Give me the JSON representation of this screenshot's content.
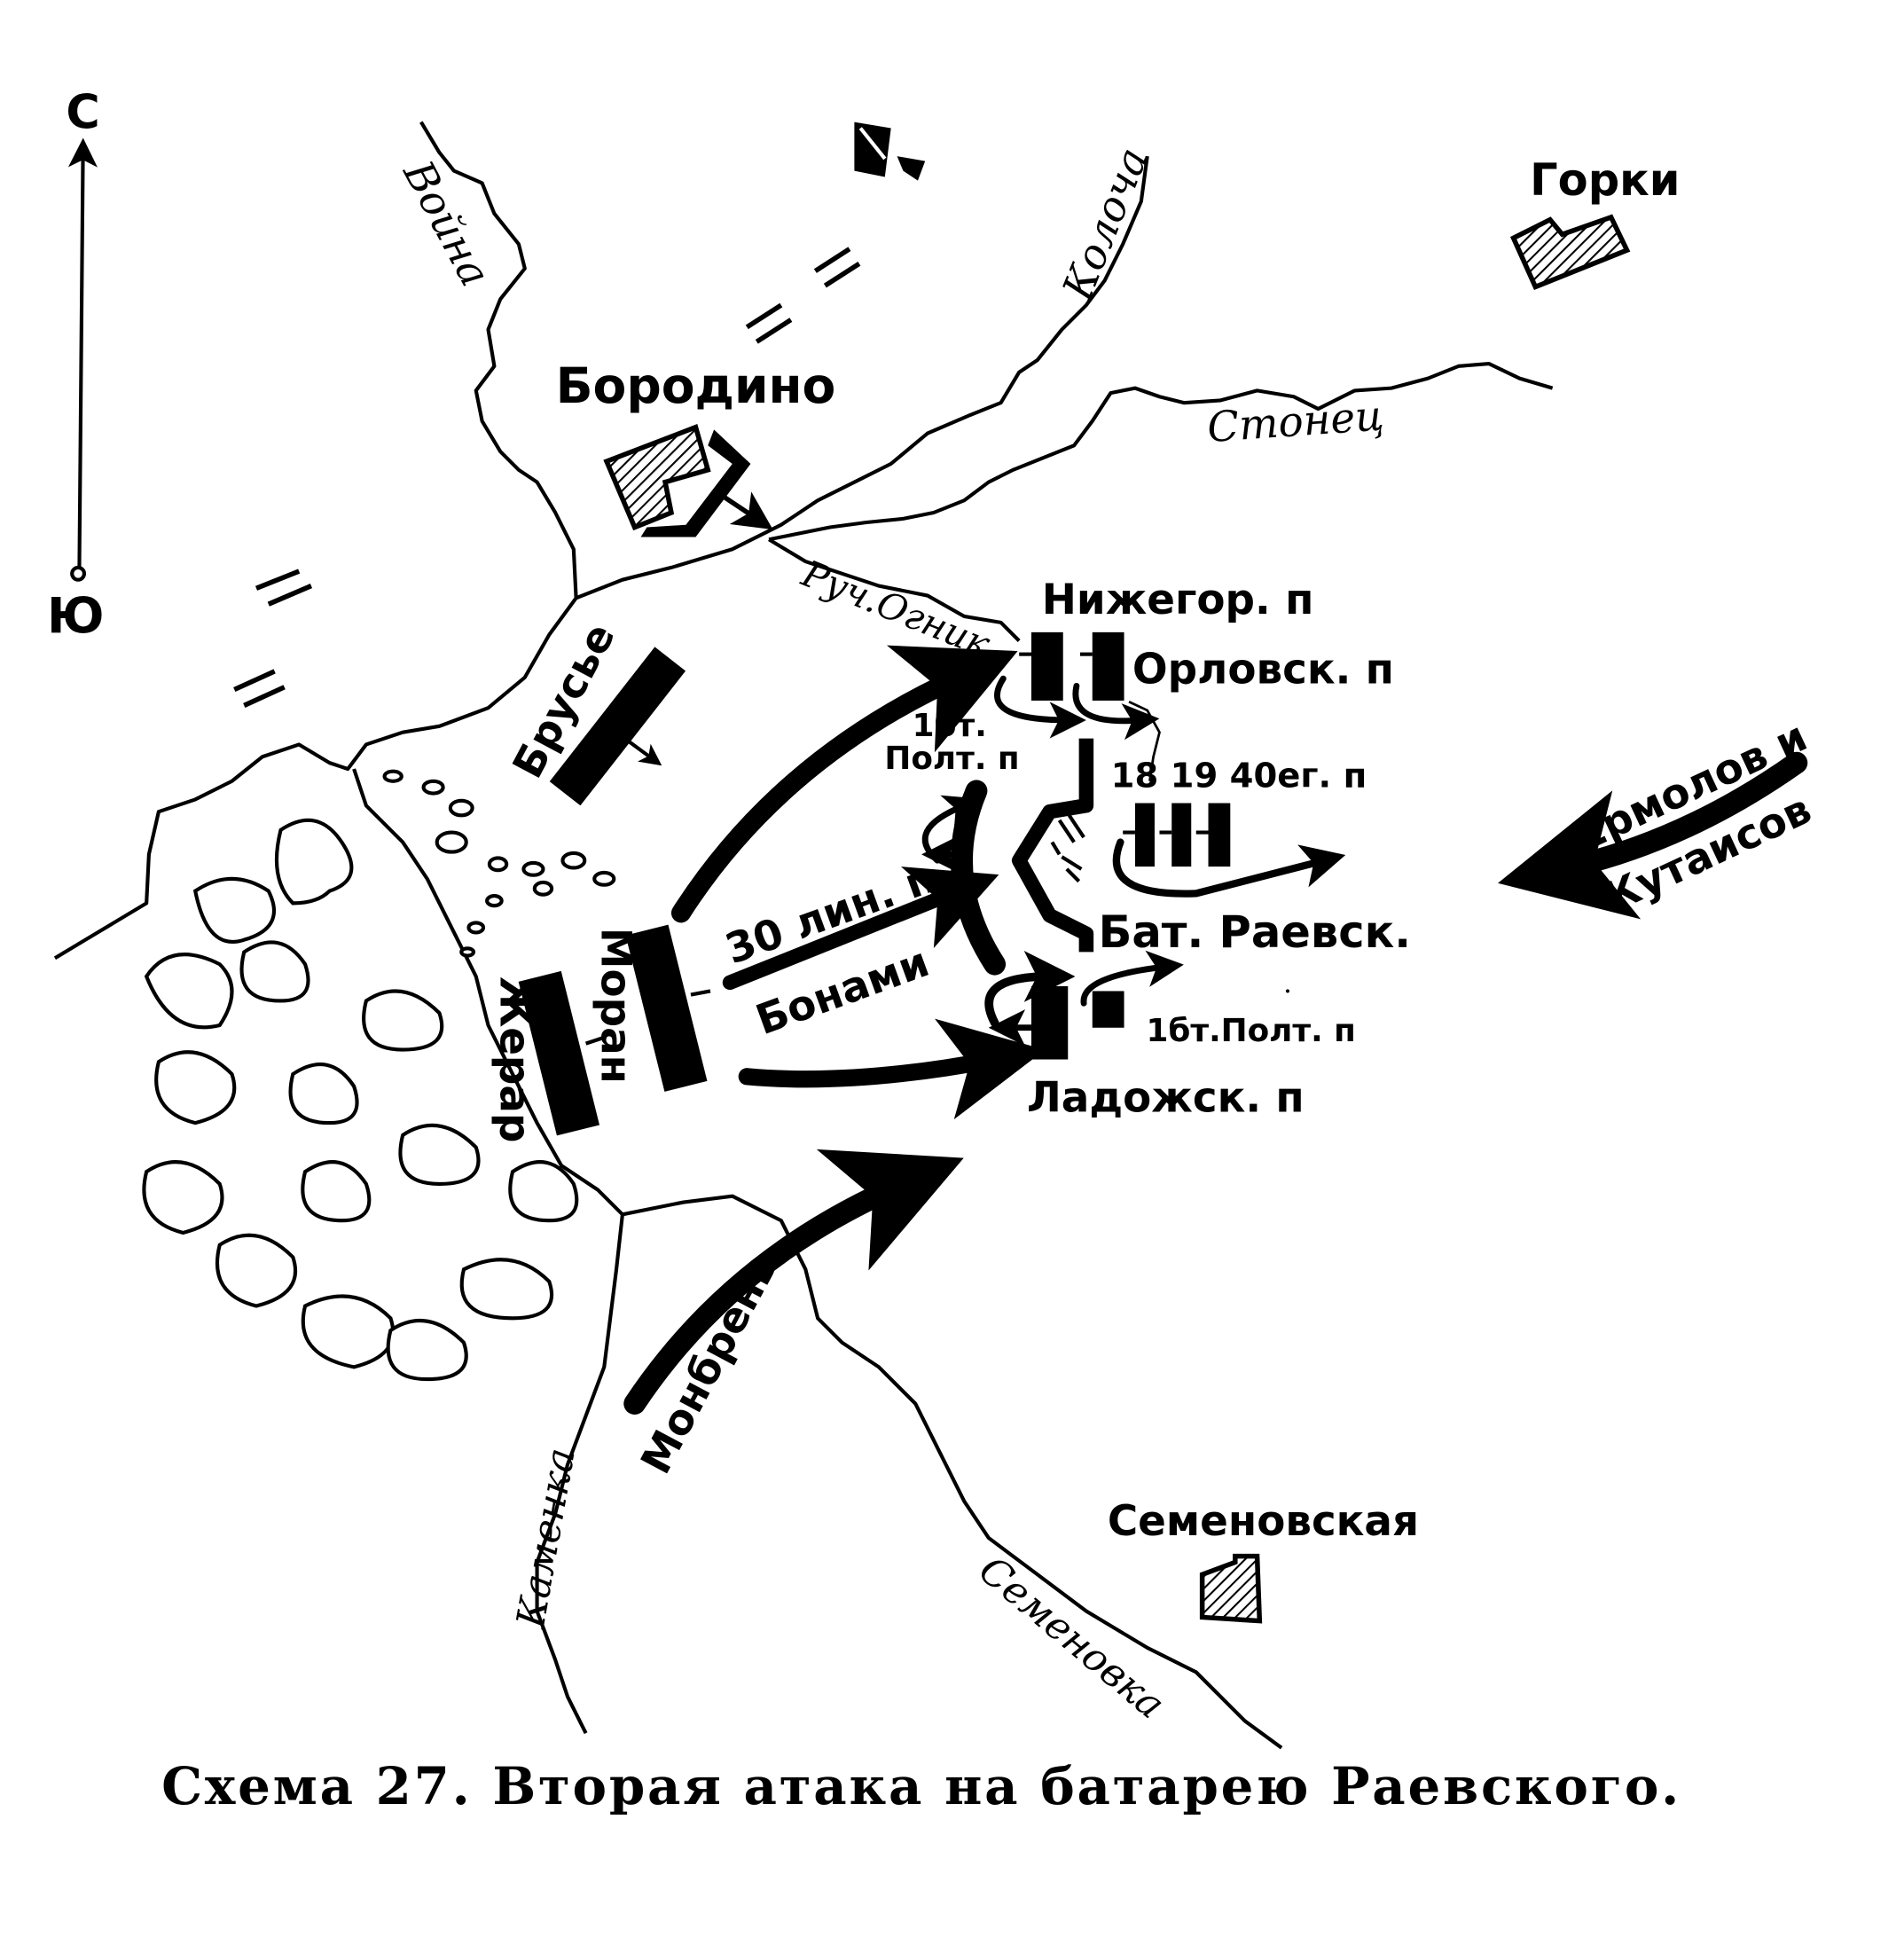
{
  "compass": {
    "north": "С",
    "south": "Ю"
  },
  "villages": {
    "borodino": "Бородино",
    "gorki": "Горки",
    "semenovskaya": "Семеновская"
  },
  "rivers": {
    "voyna": "Война",
    "kolocha": "Колоча",
    "stonets": "Стонец",
    "ognik": "Руч.Огник",
    "kamenka": "Каменка",
    "semenovka": "Семеновка"
  },
  "french_units": {
    "brusye": "Брусье",
    "zherar": "Жерар",
    "moran": "Моран",
    "line30": "30 лин. п",
    "bonami": "Бонами",
    "monbren": "Монбрень"
  },
  "russian_units": {
    "nizhegor": "Нижегор. п",
    "orlovsk": "Орловск. п",
    "polt1_a": "1бт.",
    "polt1_b": "Полт. п",
    "eger": "18 19 40ег. п",
    "battery": "Бат. Раевск.",
    "polt1_c": "1бт.Полт. п",
    "ladozhsk": "Ладожск. п",
    "ermolov": "Ермолов и",
    "kutaisov": "Кутаисов"
  },
  "caption": "Схема 27. Вторая атака на батарею Раевского."
}
